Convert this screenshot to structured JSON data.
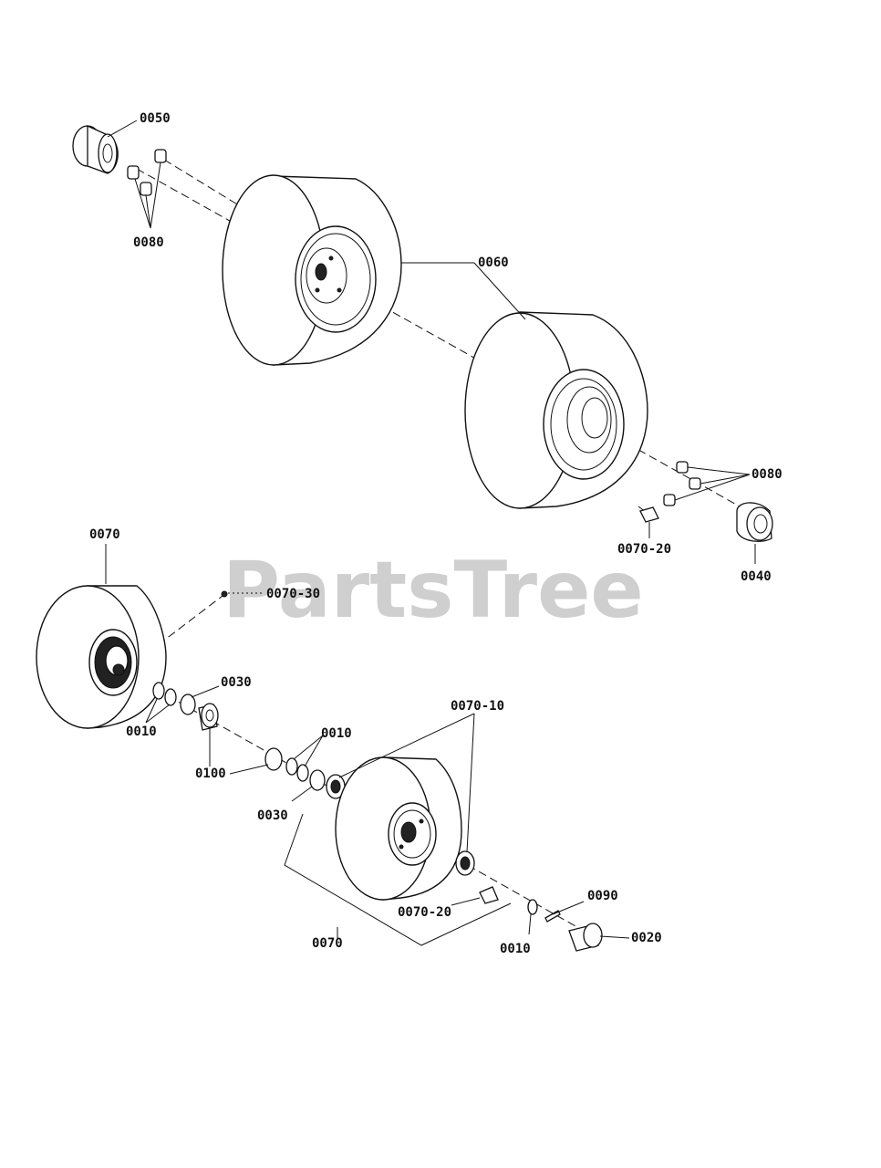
{
  "watermark": "PartsTree",
  "labels": {
    "p0050": "0050",
    "p0080_top": "0080",
    "p0060": "0060",
    "p0080_right": "0080",
    "p0070_20_top": "0070-20",
    "p0040": "0040",
    "p0070_top": "0070",
    "p0070_30": "0070-30",
    "p0030_top": "0030",
    "p0010_left": "0010",
    "p0100": "0100",
    "p0010_mid": "0010",
    "p0070_10": "0070-10",
    "p0030_bottom": "0030",
    "p0070_20_bottom": "0070-20",
    "p0090": "0090",
    "p0020": "0020",
    "p0010_bottom": "0010",
    "p0070_bottom": "0070"
  }
}
